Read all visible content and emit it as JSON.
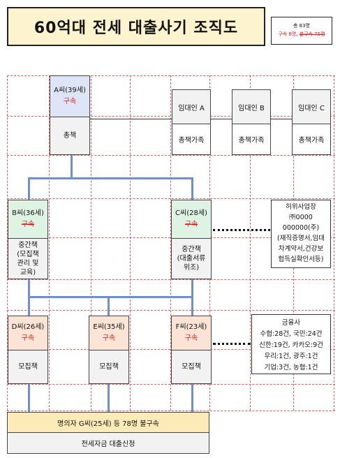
{
  "title": "60억대 전세 대출사기 조직도",
  "legend": {
    "total": "총 83명",
    "arrested": "구속 8명",
    "not_arrested": "불구속 75명"
  },
  "leader": {
    "name": "A씨(39세)",
    "status": "구속",
    "role": "총책"
  },
  "landlords": [
    {
      "name": "임대인 A",
      "role": "총책가족"
    },
    {
      "name": "임대인 B",
      "role": "총책가족"
    },
    {
      "name": "임대인 C",
      "role": "총책가족"
    }
  ],
  "middle": [
    {
      "name": "B씨(36세)",
      "status": "구속",
      "role_lines": [
        "중간책",
        "(모집책",
        "관리 및",
        "교육)"
      ]
    },
    {
      "name": "C씨(28세)",
      "status": "구속",
      "role_lines": [
        "중간책",
        "(대출서류",
        "위조)"
      ]
    }
  ],
  "fake_company": {
    "lines": [
      "허위사업장",
      "㈜0000",
      "000000(주)",
      "(재직증명서,임대",
      "차계약서,건강보",
      "험득실확인서등)"
    ]
  },
  "recruiters": [
    {
      "name": "D씨(26세)",
      "status": "구속",
      "role": "모집책"
    },
    {
      "name": "E씨(35세)",
      "status": "구속",
      "role": "모집책"
    },
    {
      "name": "F씨(23세)",
      "status": "구속",
      "role": "모집책"
    }
  ],
  "banks": {
    "lines": [
      "금융사",
      "수협:28건, 국민:24건",
      "신한:19건, 카카오:9건",
      "우리:1건, 광주:1건",
      "기업:3건, 농협:1건"
    ]
  },
  "bottom": {
    "nominees": "명의자 G씨(25세) 등 78명 불구속",
    "action": "전세자금 대출신청"
  }
}
